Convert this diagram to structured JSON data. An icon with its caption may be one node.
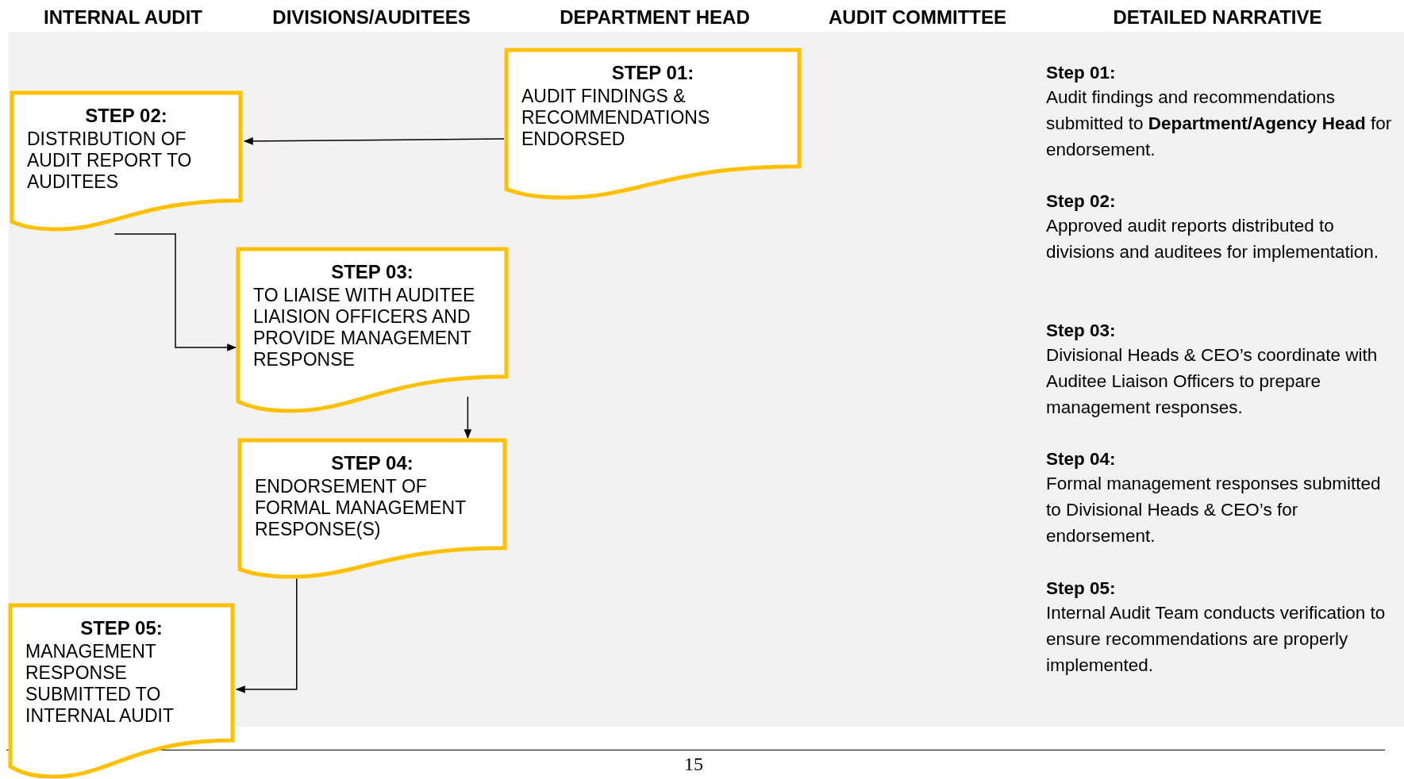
{
  "diagram": {
    "nodes": [
      {
        "text": [
          "STEP 01:",
          "AUDIT FINDINGS & RECOMMENDATIONS ENDORSED"
        ]
      },
      {
        "text": [
          "STEP 02:",
          "DISTRIBUTION OF AUDIT REPORT TO AUDITEES"
        ]
      },
      {
        "text": [
          "STEP 03:",
          "TO LIAISE WITH AUDITEE LIAISION OFFICERS AND PROVIDE MANAGEMENT RESPONSE"
        ]
      },
      {
        "text": [
          "STEP 04:",
          "ENDORSEMENT OF FORMAL MANAGEMENT RESPONSE(S)"
        ]
      },
      {
        "text": [
          "STEP 05:",
          "MANAGEMENT RESPONSE SUBMITTED TO INTERNAL AUDIT"
        ]
      }
    ],
    "edges": [
      {
        "from": 0,
        "to": 1,
        "arrow": "to"
      },
      {
        "from": 1,
        "to": 2,
        "arrow": "to"
      },
      {
        "from": 2,
        "to": 3,
        "arrow": "to"
      },
      {
        "from": 3,
        "to": 4,
        "arrow": "to"
      }
    ],
    "labels": [
      "INTERNAL AUDIT",
      "DIVISIONS/AUDITEES",
      "DEPARTMENT HEAD",
      "AUDIT COMMITTEE",
      "DETAILED NARRATIVE",
      "Step 01:",
      "Audit findings and recommendations submitted to **Department/Agency Head** for endorsement.",
      "Step 02:",
      "Approved audit reports distributed to divisions and auditees for implementation.",
      "Step 03:",
      "Divisional Heads & CEO’s coordinate with Auditee Liaison Officers to prepare management responses.",
      "Step 04:",
      "Formal management responses submitted to Divisional Heads & CEO’s for endorsement.",
      "Step 05:",
      "Internal Audit Team conducts verification to ensure recommendations are properly implemented.",
      "15"
    ]
  }
}
